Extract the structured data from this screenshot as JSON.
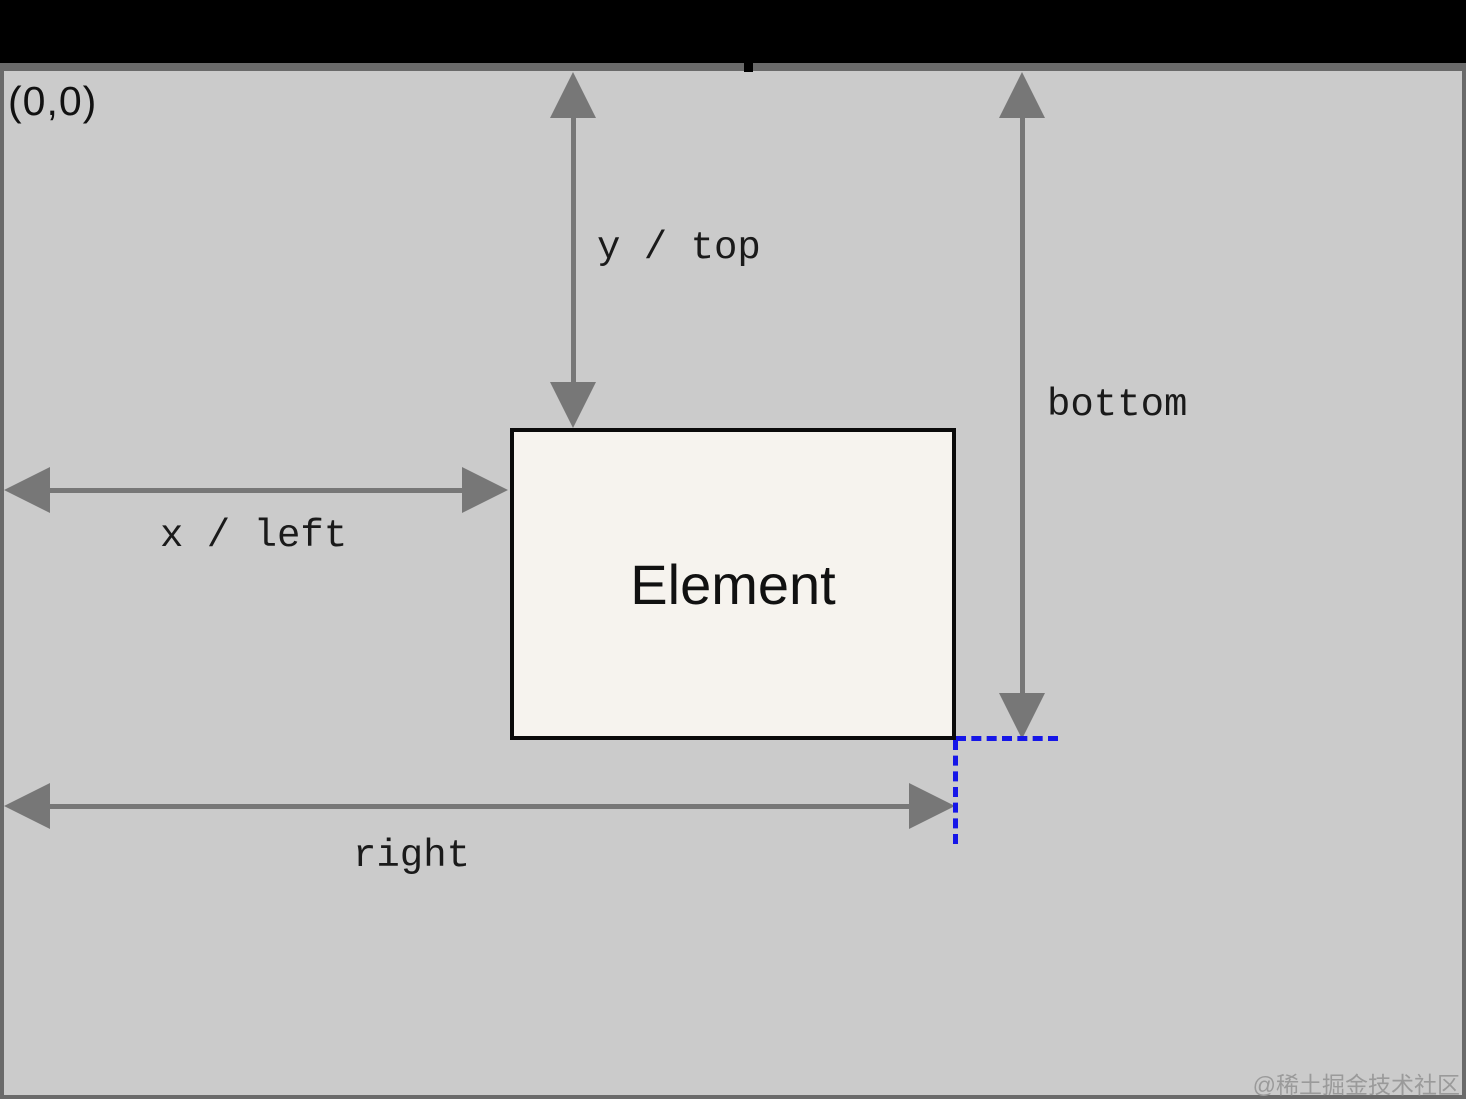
{
  "diagram": {
    "origin_label": "(0,0)",
    "element": {
      "label": "Element"
    },
    "measurements": {
      "y_top": "y / top",
      "x_left": "x / left",
      "bottom": "bottom",
      "right": "right"
    },
    "watermark": "@稀土掘金技术社区",
    "colors": {
      "letterbox": "#000000",
      "viewport_background": "#cbcbcb",
      "frame_border": "#6a6a6a",
      "arrow": "#777777",
      "element_fill": "#f6f3ee",
      "element_border": "#0a0a0a",
      "guide_blue": "#1616e8",
      "label_text": "#1a1a1a",
      "watermark_gray": "#9a9a9a"
    }
  }
}
